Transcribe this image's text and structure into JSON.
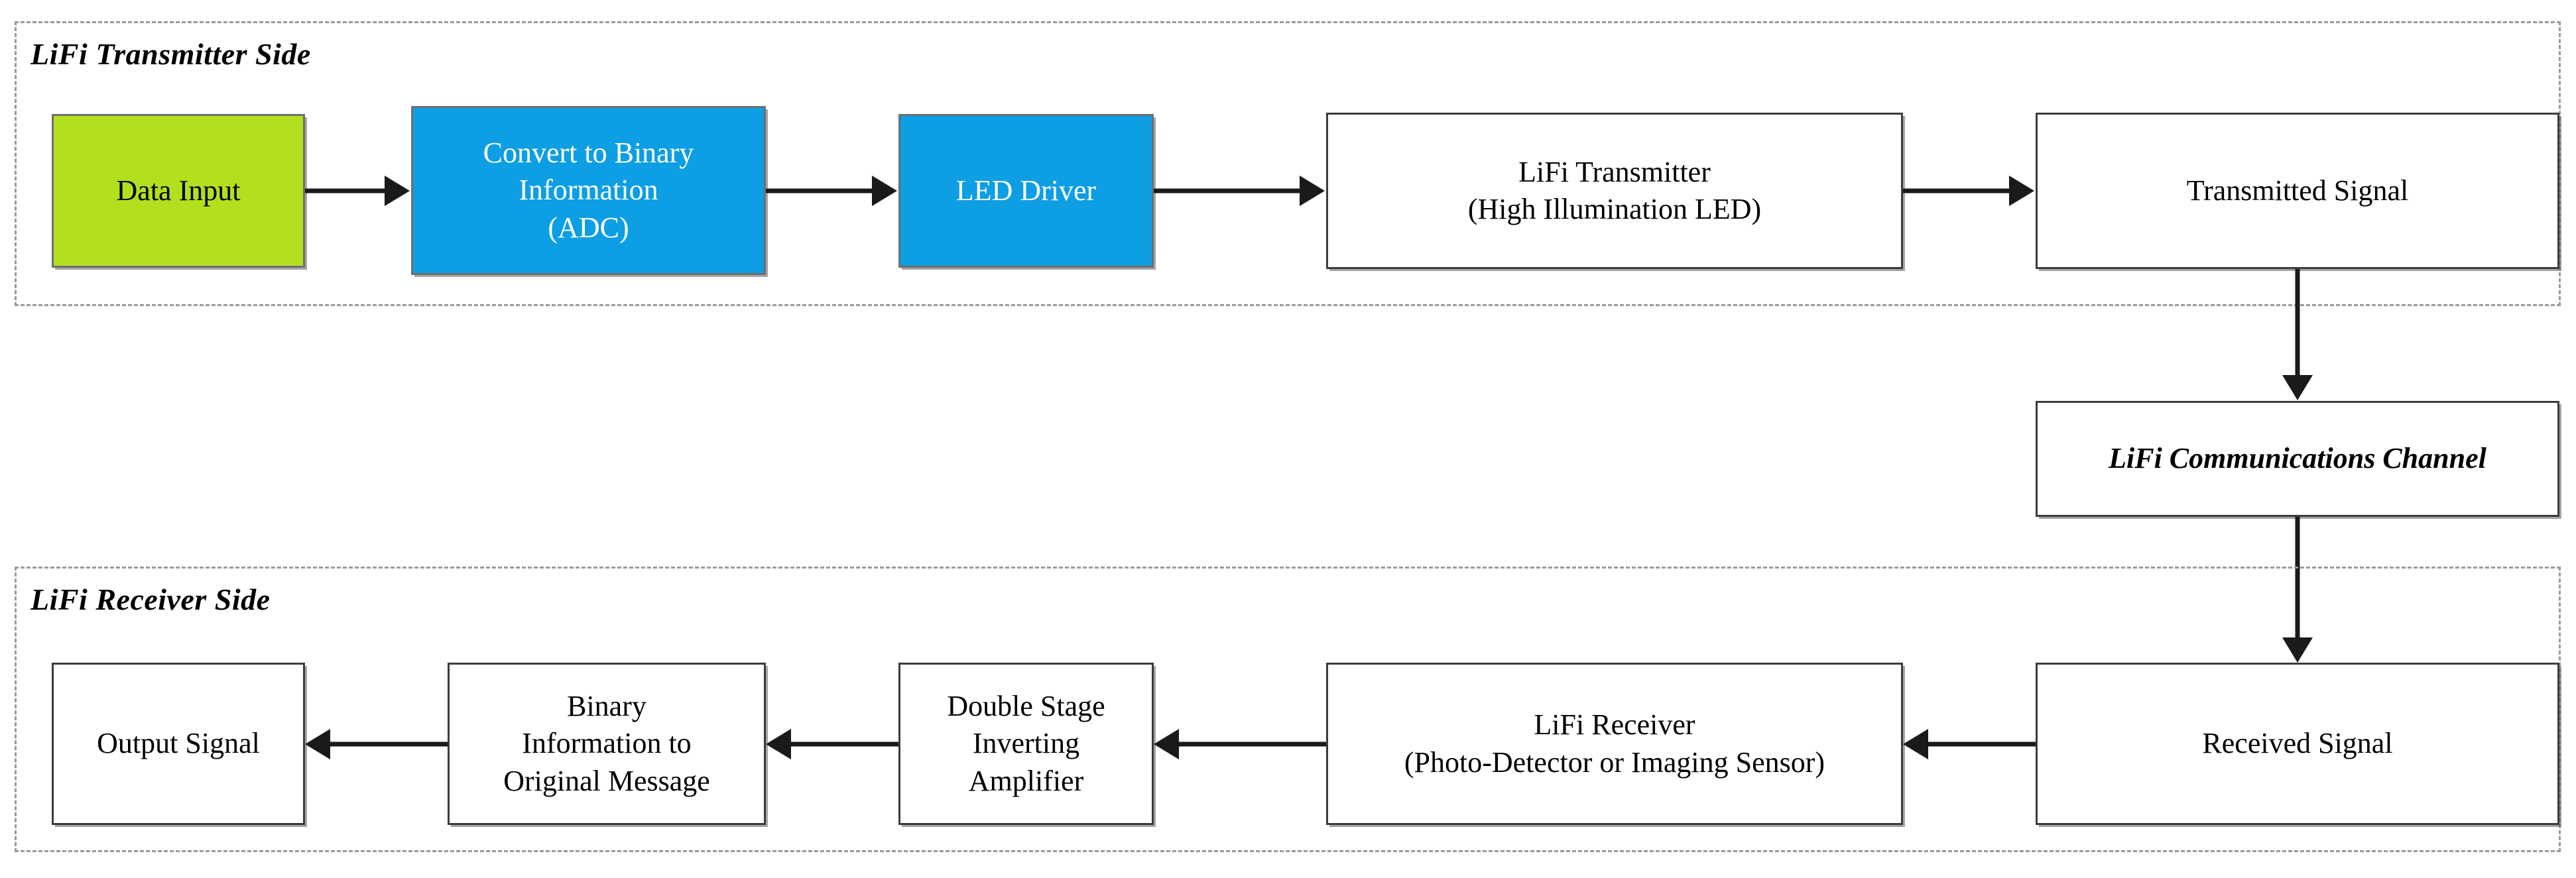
{
  "diagram": {
    "groups": [
      {
        "id": "transmitter",
        "label": "LiFi Transmitter Side"
      },
      {
        "id": "receiver",
        "label": "LiFi Receiver Side"
      }
    ],
    "transmitter_blocks": [
      {
        "id": "data-input",
        "label": "Data Input",
        "fill": "#b2e01e",
        "text_color": "#000000"
      },
      {
        "id": "convert-to-binary",
        "label": "Convert to Binary\nInformation\n(ADC)",
        "fill": "#0d9ee3",
        "text_color": "#ffffff"
      },
      {
        "id": "led-driver",
        "label": "LED Driver",
        "fill": "#0d9ee3",
        "text_color": "#ffffff"
      },
      {
        "id": "lifi-transmitter",
        "label": "LiFi Transmitter\n(High Illumination LED)",
        "fill": "#ffffff",
        "text_color": "#000000"
      },
      {
        "id": "transmitted-signal",
        "label": "Transmitted Signal",
        "fill": "#ffffff",
        "text_color": "#000000"
      }
    ],
    "channel_block": {
      "id": "lifi-communications-channel",
      "label": "LiFi Communications Channel",
      "fill": "#ffffff",
      "text_color": "#000000"
    },
    "receiver_blocks": [
      {
        "id": "output-signal",
        "label": "Output Signal",
        "fill": "#ffffff",
        "text_color": "#000000"
      },
      {
        "id": "binary-to-message",
        "label": "Binary\nInformation to\nOriginal Message",
        "fill": "#ffffff",
        "text_color": "#000000"
      },
      {
        "id": "inverting-amplifier",
        "label": "Double Stage\nInverting\nAmplifier",
        "fill": "#ffffff",
        "text_color": "#000000"
      },
      {
        "id": "lifi-receiver",
        "label": "LiFi Receiver\n(Photo-Detector or Imaging Sensor)",
        "fill": "#ffffff",
        "text_color": "#000000"
      },
      {
        "id": "received-signal",
        "label": "Received Signal",
        "fill": "#ffffff",
        "text_color": "#000000"
      }
    ],
    "colors": {
      "accent_green": "#b2e01e",
      "accent_blue": "#0d9ee3",
      "box_border": "#3c3c3c",
      "group_border": "#9a9a9a",
      "connector": "#1a1a1a",
      "background": "#ffffff"
    }
  }
}
